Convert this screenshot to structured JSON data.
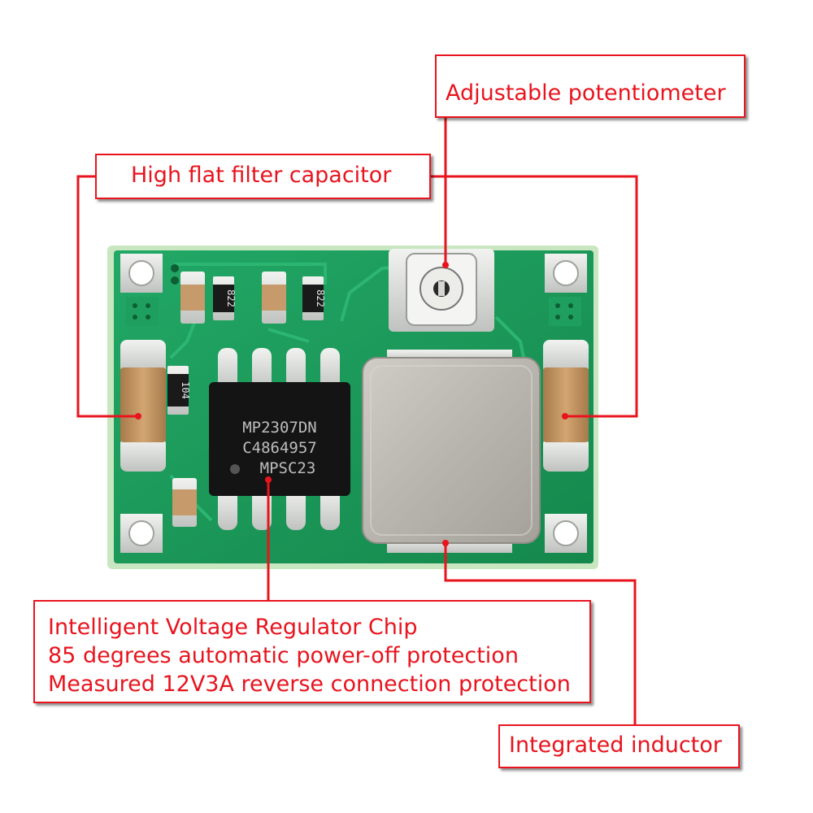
{
  "callouts": {
    "potentiometer": "Adjustable potentiometer",
    "capacitor": "High flat filter capacitor",
    "chip": {
      "line1": "Intelligent Voltage Regulator Chip",
      "line2": "85 degrees automatic power-off protection",
      "line3": "Measured 12V3A reverse connection protection"
    },
    "inductor": "Integrated inductor"
  },
  "board_markings": {
    "chip_line1": "MP2307DN",
    "chip_line2": "C4864957",
    "chip_line3": "MPSC23",
    "resistor_top_left": "822",
    "resistor_top_right": "822",
    "resistor_left": "104"
  },
  "colors": {
    "callout_red": "#e8141e",
    "pcb_green": "#1a9a5a",
    "pad_silver": "#d9dcd8",
    "chip_black": "#141414",
    "inductor_grey": "#b8b6ae",
    "capacitor_tan": "#c89a68"
  }
}
